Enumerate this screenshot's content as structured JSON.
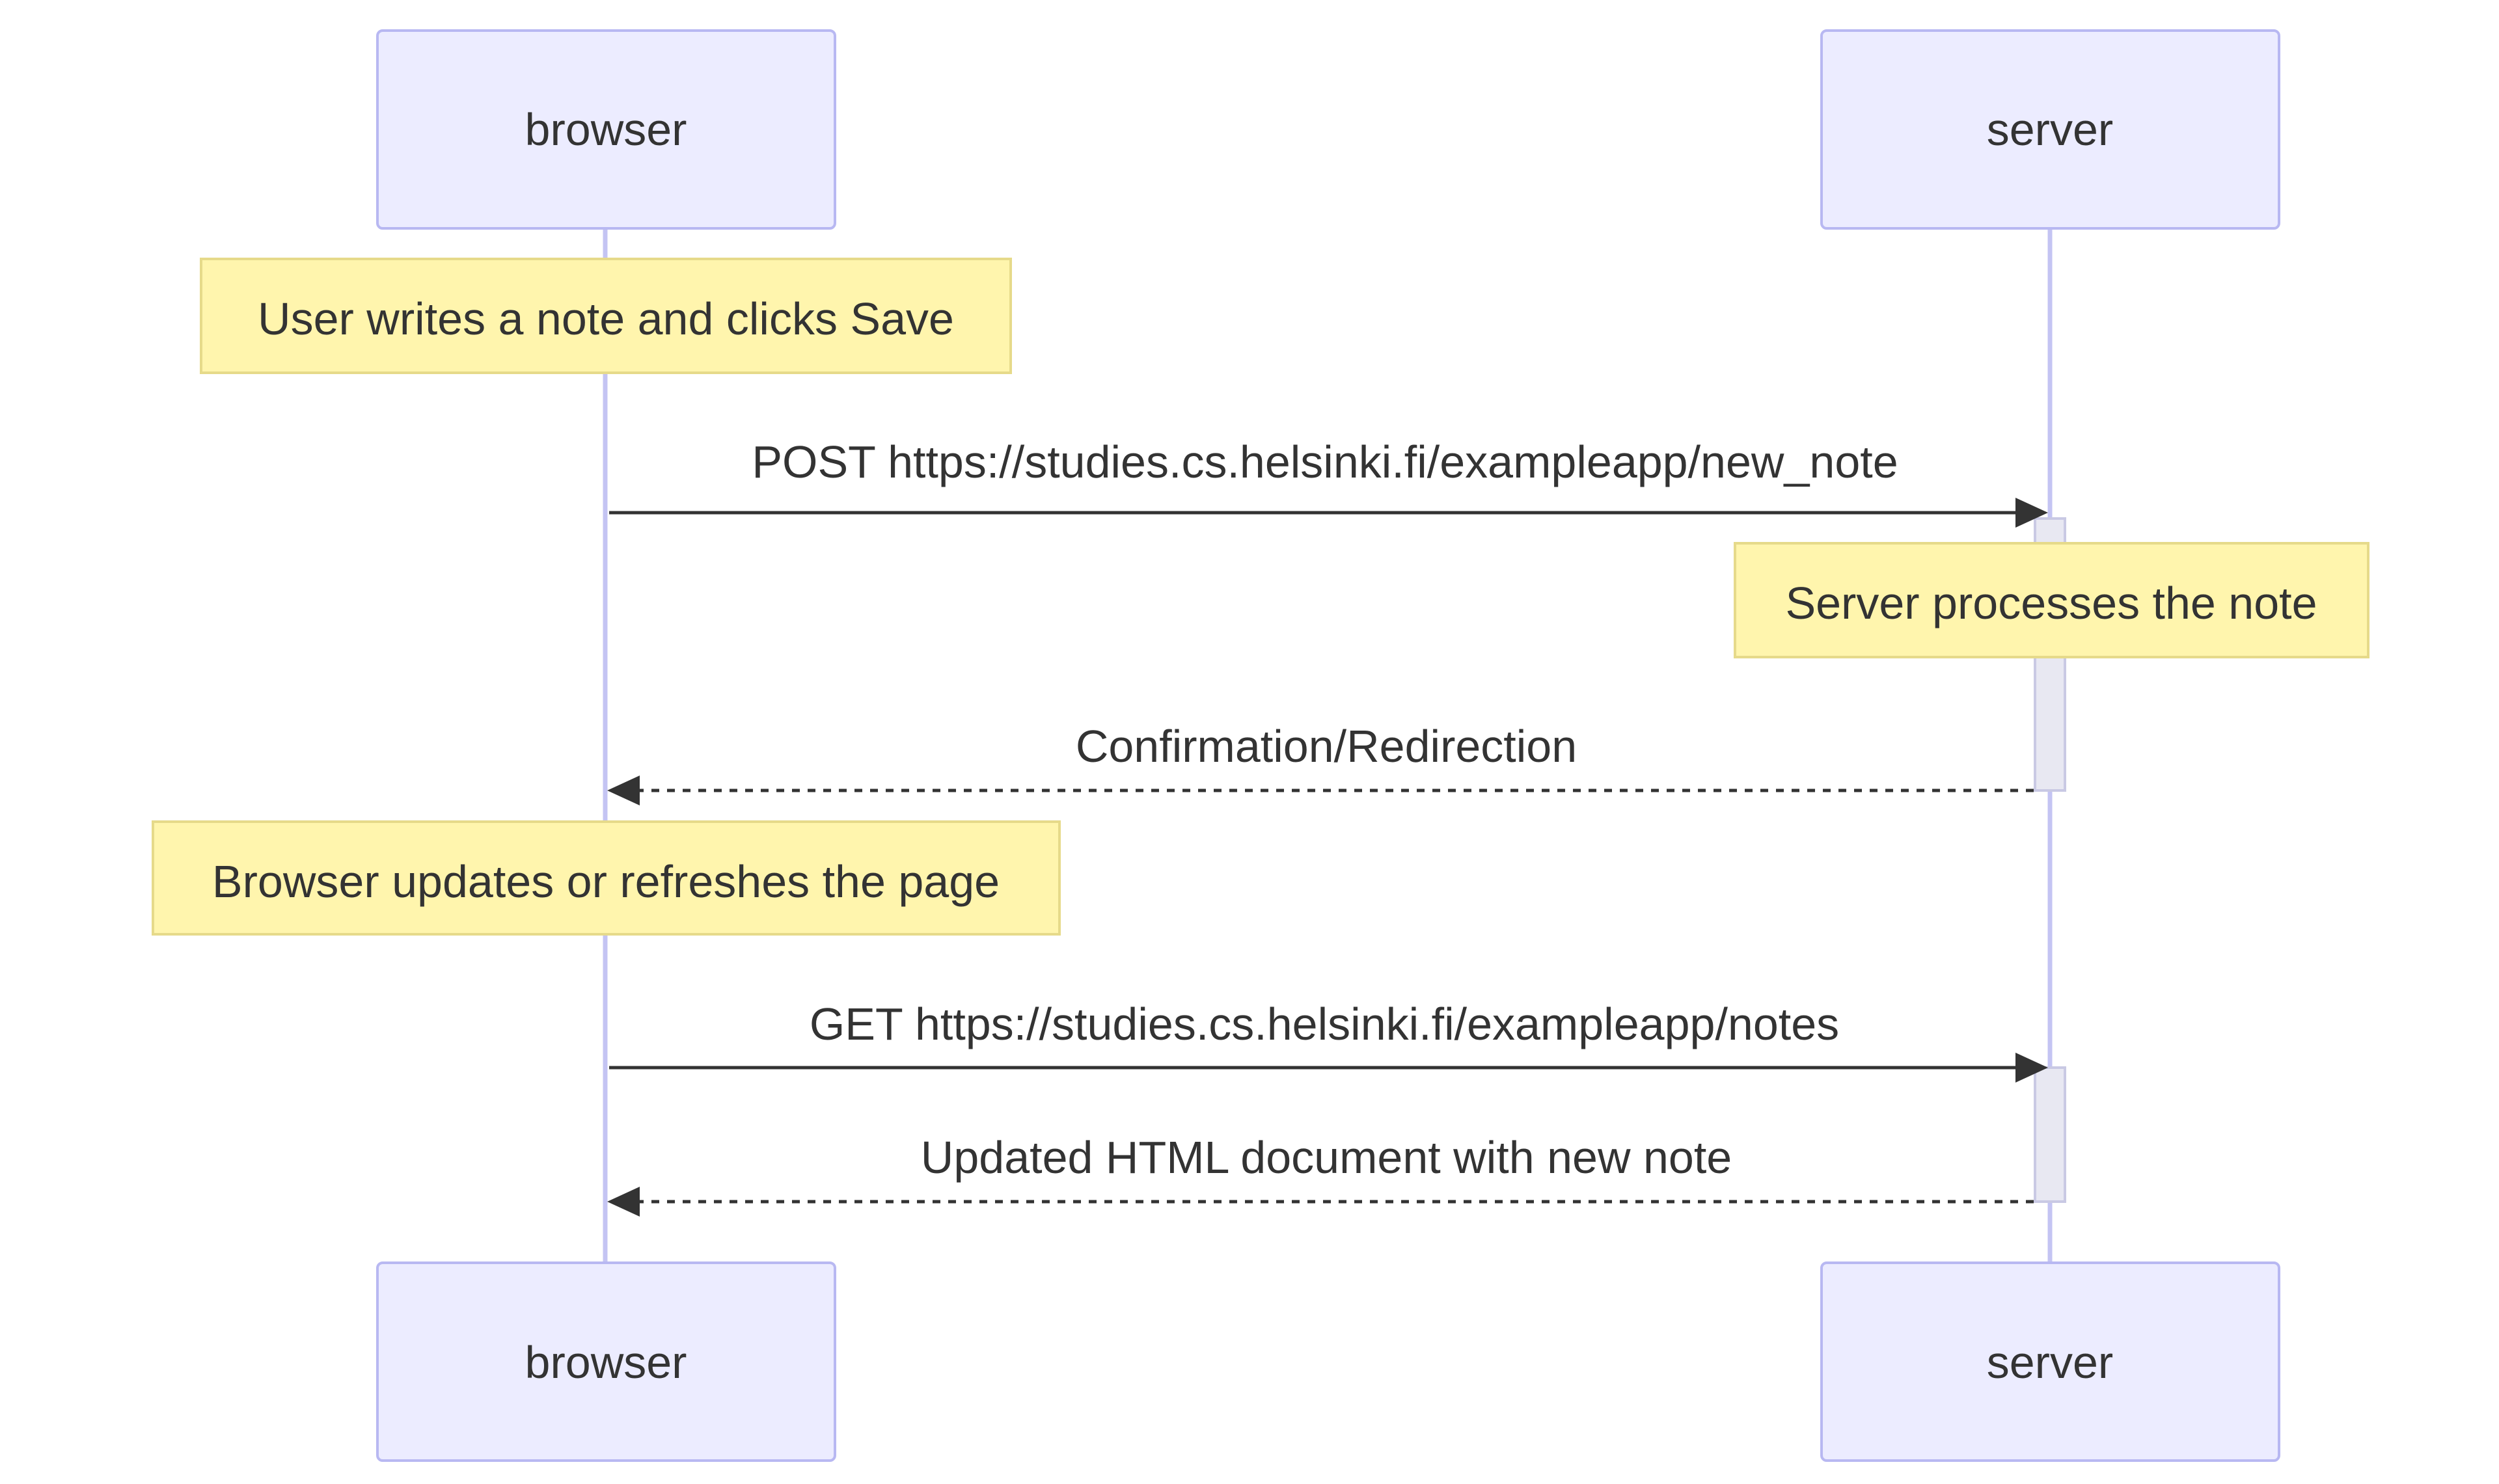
{
  "participants": {
    "browser": "browser",
    "server": "server"
  },
  "notes": {
    "user_writes": "User writes a note and clicks Save",
    "server_processes": "Server processes the note",
    "browser_updates": "Browser updates or refreshes the page"
  },
  "messages": {
    "post_new_note": "POST https://studies.cs.helsinki.fi/exampleapp/new_note",
    "confirmation": "Confirmation/Redirection",
    "get_notes": "GET https://studies.cs.helsinki.fi/exampleapp/notes",
    "updated_html": "Updated HTML document with new note"
  },
  "colors": {
    "participant_fill": "#ececff",
    "participant_stroke": "#b8b8f2",
    "lifeline": "#c4c4f3",
    "note_fill": "#fff5ad",
    "note_stroke": "#e6da8a",
    "text": "#333333"
  }
}
